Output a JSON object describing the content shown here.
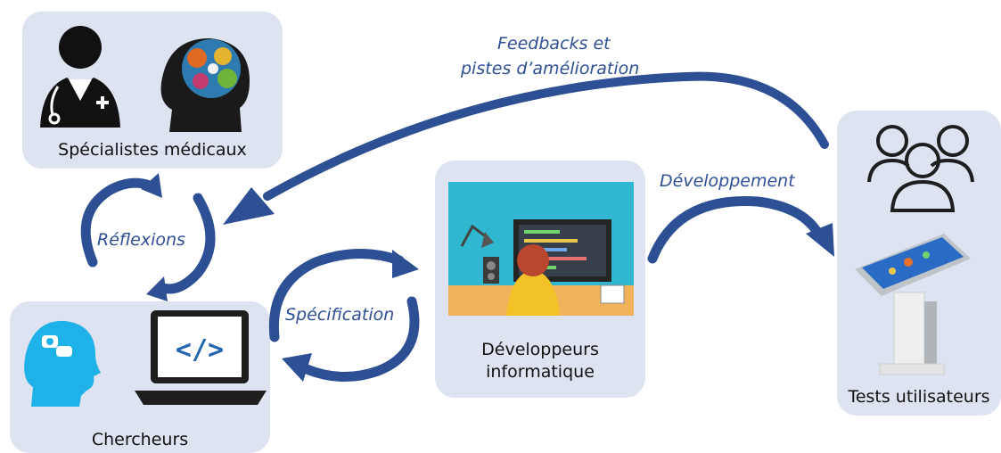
{
  "nodes": {
    "medical": {
      "label": "Spécialistes médicaux"
    },
    "researchers": {
      "label": "Chercheurs"
    },
    "developers": {
      "label_line1": "Développeurs",
      "label_line2": "informatique"
    },
    "testers": {
      "label": "Tests utilisateurs"
    }
  },
  "flows": {
    "feedback_line1": "Feedbacks et",
    "feedback_line2": "pistes d’amélioration",
    "reflexions": "Réflexions",
    "specification": "Spécification",
    "development": "Développement"
  },
  "icons": {
    "doctor": "doctor-icon",
    "brain": "brain-gears-icon",
    "head": "head-chat-icon",
    "laptop": "laptop-code-icon",
    "developer_scene": "developer-workstation-illustration",
    "users": "users-group-icon",
    "kiosk": "touchscreen-kiosk-icon"
  },
  "colors": {
    "box_fill": "#dde3f1",
    "arrow": "#2d4f93",
    "flow_text": "#2f4f95"
  }
}
